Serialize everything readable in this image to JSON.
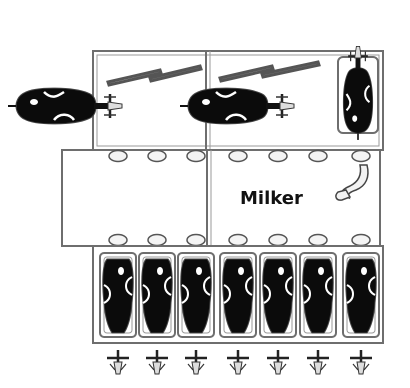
{
  "diagram": {
    "milker_label": "Milker",
    "colors": {
      "background": "#ffffff",
      "line": "#6e6e6e",
      "cow_body": "#0b0b0b",
      "cow_outline": "#444444",
      "cup": "#f4f4f4",
      "text": "#111111"
    },
    "icons": [
      "cow-top-view",
      "milking-cup",
      "milking-hose",
      "sort-gate"
    ],
    "waiting_area_cows": 3,
    "parlour_stalls": 7,
    "cups_per_row": 7
  }
}
